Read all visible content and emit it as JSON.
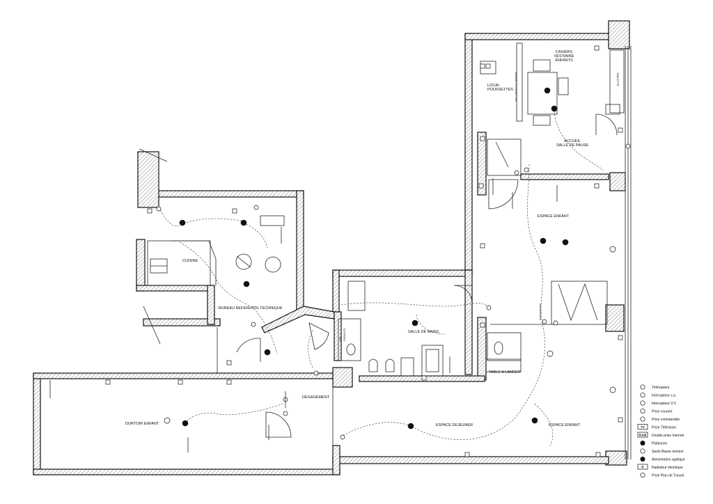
{
  "rooms": {
    "local_poussettes": "LOCAL\nPOUSSETTES",
    "barre_poussettes": "BARRE POUSSETTES",
    "casiers": "CASIERS\nVESTIAIRE\nENFANTS",
    "tablette": "TABLETTE",
    "accueil": "ACCUEIL\nSALLE DE PAUSE",
    "espace_enfant_top": "ESPACE ENFANT",
    "cuisine": "CUISINE",
    "bureau": "BUREAU REFERENTE TECHNIQUE",
    "salle_de_bains": "SALLE DE BAINS",
    "table_a_langer": "TABLE A LANGER",
    "degagement": "DEGAGEMENT",
    "dortoir": "DORTOIR ENFANT",
    "espace_dejeuner": "ESPACE DEJEUNER",
    "espace_enfant_bottom": "ESPACE ENFANT",
    "wc": "WC\nENFANTS"
  },
  "legend": {
    "items": [
      {
        "box": "",
        "icon": "telerupteur-icon",
        "label": "Télérupteur"
      },
      {
        "box": "",
        "icon": "interrupteur-sa-icon",
        "label": "Interrupteur s.a."
      },
      {
        "box": "",
        "icon": "interrupteur-vv-icon",
        "label": "Interrupteur V.V."
      },
      {
        "box": "",
        "icon": "prise-courant-icon",
        "label": "Prise courant"
      },
      {
        "box": "",
        "icon": "prise-commandee-icon",
        "label": "Prise commandée"
      },
      {
        "box": "TV",
        "icon": "",
        "label": "Prise Télévision"
      },
      {
        "box": "RJ45",
        "icon": "",
        "label": "Double prise Internet"
      },
      {
        "box": "",
        "icon": "plafonnier-icon",
        "label": "Plafonnier"
      },
      {
        "box": "",
        "icon": "spots-icon",
        "label": "Spots Basse tension"
      },
      {
        "box": "",
        "icon": "applique-icon",
        "label": "Alimentation applique"
      },
      {
        "box": "R",
        "icon": "",
        "label": "Radiateur électrique"
      },
      {
        "box": "",
        "icon": "prise-plan-travail-icon",
        "label": "Prise Plan de Travail"
      }
    ]
  }
}
